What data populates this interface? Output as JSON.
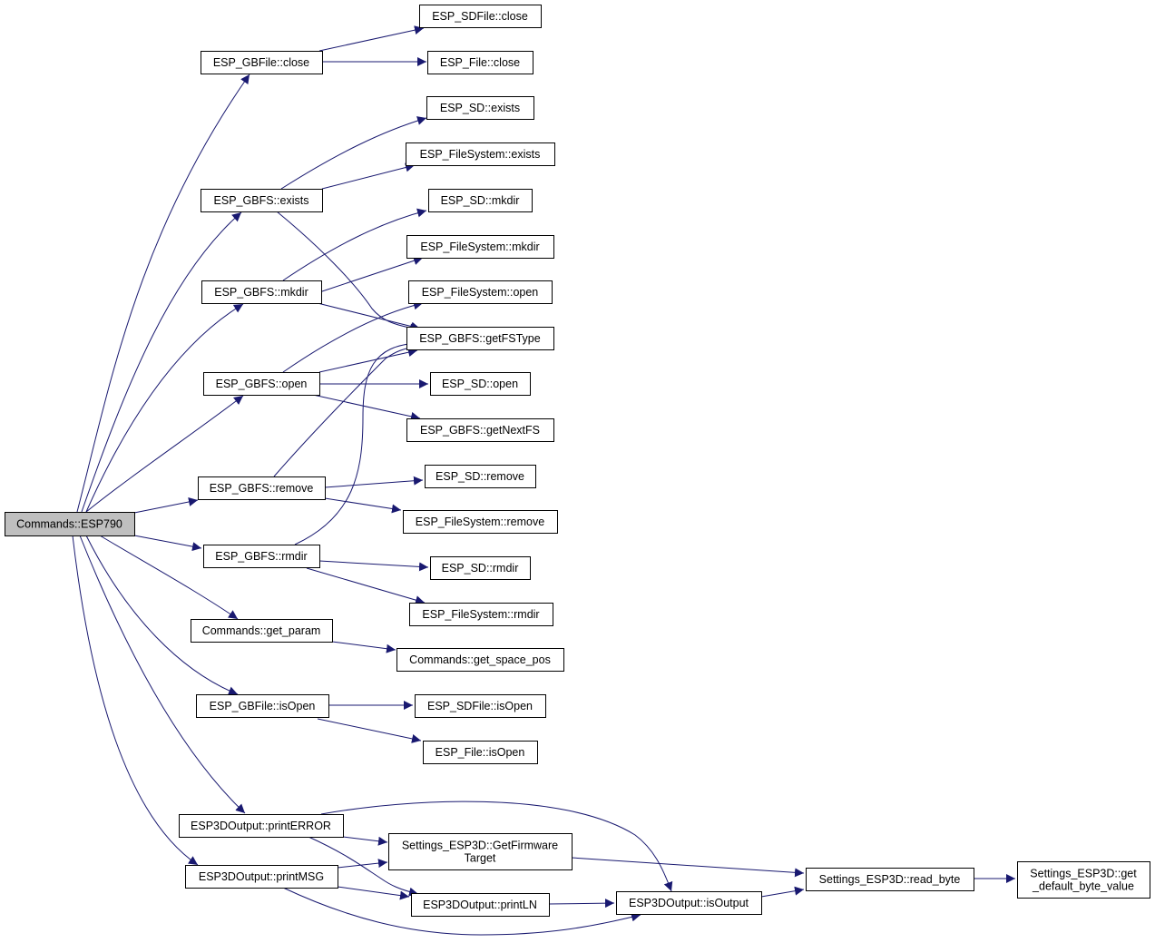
{
  "colors": {
    "edge": "#191970",
    "root_fill": "#bfbfbf",
    "node_fill": "#ffffff",
    "border": "#000000"
  },
  "nodes": {
    "commands_esp790": [
      "Commands::ESP790"
    ],
    "esp_gbfile_close": [
      "ESP_GBFile::close"
    ],
    "esp_sdfile_close": [
      "ESP_SDFile::close"
    ],
    "esp_file_close": [
      "ESP_File::close"
    ],
    "esp_sd_exists": [
      "ESP_SD::exists"
    ],
    "esp_gbfs_exists": [
      "ESP_GBFS::exists"
    ],
    "esp_filesystem_exists": [
      "ESP_FileSystem::exists"
    ],
    "esp_sd_mkdir": [
      "ESP_SD::mkdir"
    ],
    "esp_gbfs_mkdir": [
      "ESP_GBFS::mkdir"
    ],
    "esp_filesystem_mkdir": [
      "ESP_FileSystem::mkdir"
    ],
    "esp_filesystem_open": [
      "ESP_FileSystem::open"
    ],
    "esp_gbfs_getfstype": [
      "ESP_GBFS::getFSType"
    ],
    "esp_gbfs_open": [
      "ESP_GBFS::open"
    ],
    "esp_sd_open": [
      "ESP_SD::open"
    ],
    "esp_gbfs_getnextfs": [
      "ESP_GBFS::getNextFS"
    ],
    "esp_gbfs_remove": [
      "ESP_GBFS::remove"
    ],
    "esp_sd_remove": [
      "ESP_SD::remove"
    ],
    "esp_filesystem_remove": [
      "ESP_FileSystem::remove"
    ],
    "esp_gbfs_rmdir": [
      "ESP_GBFS::rmdir"
    ],
    "esp_sd_rmdir": [
      "ESP_SD::rmdir"
    ],
    "esp_filesystem_rmdir": [
      "ESP_FileSystem::rmdir"
    ],
    "commands_get_param": [
      "Commands::get_param"
    ],
    "commands_get_space_pos": [
      "Commands::get_space_pos"
    ],
    "esp_gbfile_isopen": [
      "ESP_GBFile::isOpen"
    ],
    "esp_sdfile_isopen": [
      "ESP_SDFile::isOpen"
    ],
    "esp_file_isopen": [
      "ESP_File::isOpen"
    ],
    "esp3doutput_printerror": [
      "ESP3DOutput::printERROR"
    ],
    "settings_getfirmwaretarget": [
      "Settings_ESP3D::GetFirmware",
      "Target"
    ],
    "esp3doutput_printmsg": [
      "ESP3DOutput::printMSG"
    ],
    "esp3doutput_println": [
      "ESP3DOutput::printLN"
    ],
    "esp3doutput_isoutput": [
      "ESP3DOutput::isOutput"
    ],
    "settings_read_byte": [
      "Settings_ESP3D::read_byte"
    ],
    "settings_get_default_byte_value": [
      "Settings_ESP3D::get",
      "_default_byte_value"
    ]
  }
}
